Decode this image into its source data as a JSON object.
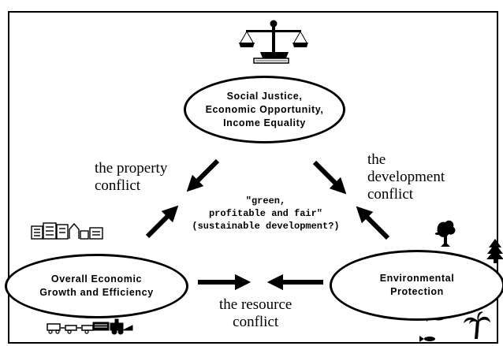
{
  "nodes": {
    "top": "Social  Justice,\nEconomic  Opportunity,\nIncome  Equality",
    "left": "Overall  Economic\nGrowth  and  Efficiency",
    "right": "Environmental\nProtection"
  },
  "conflicts": {
    "property": "the property\nconflict",
    "development": "the\ndevelopment\nconflict",
    "resource": "the resource\nconflict"
  },
  "center_text": "\"green,\nprofitable and fair\"\n(sustainable development?)",
  "icons": [
    "scales-icon",
    "city-buildings-icon",
    "train-icon",
    "tree-icon",
    "pine-tree-icon",
    "fish-icon",
    "palm-tree-icon"
  ],
  "colors": {
    "ink": "#000000",
    "background": "#ffffff"
  }
}
